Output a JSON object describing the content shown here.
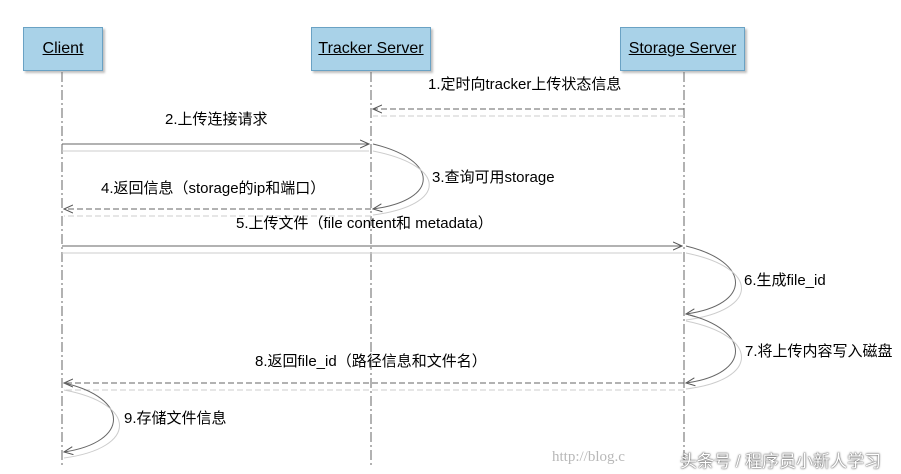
{
  "actors": {
    "client": "Client",
    "tracker": "Tracker Server",
    "storage": "Storage Server"
  },
  "messages": {
    "m1": "1.定时向tracker上传状态信息",
    "m2": "2.上传连接请求",
    "m3": "3.查询可用storage",
    "m4": "4.返回信息（storage的ip和端口）",
    "m5": "5.上传文件（file content和 metadata）",
    "m6": "6.生成file_id",
    "m7": "7.将上传内容写入磁盘",
    "m8": "8.返回file_id（路径信息和文件名）",
    "m9": "9.存储文件信息"
  },
  "watermark": {
    "url": "http://blog.c",
    "brand": "头条号 / 程序员小新人学习"
  }
}
